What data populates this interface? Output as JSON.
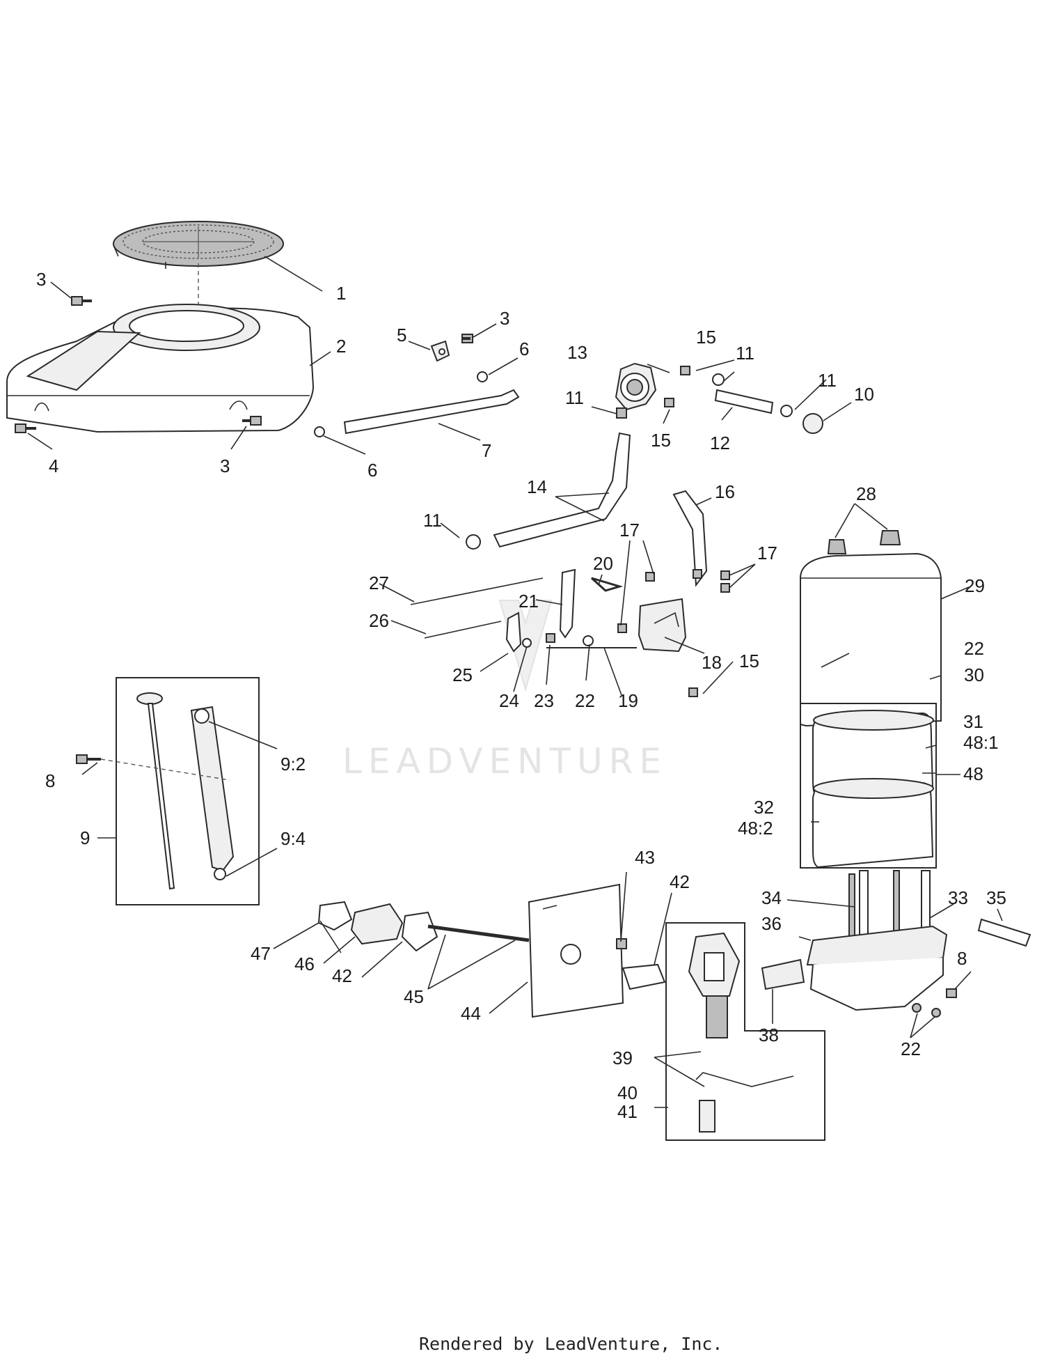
{
  "watermark": "LEADVENTURE",
  "footer": "Rendered by LeadVenture, Inc.",
  "callouts": [
    {
      "id": "c1",
      "label": "1"
    },
    {
      "id": "c2",
      "label": "2"
    },
    {
      "id": "c3a",
      "label": "3"
    },
    {
      "id": "c3b",
      "label": "3"
    },
    {
      "id": "c3c",
      "label": "3"
    },
    {
      "id": "c4",
      "label": "4"
    },
    {
      "id": "c5",
      "label": "5"
    },
    {
      "id": "c6a",
      "label": "6"
    },
    {
      "id": "c6b",
      "label": "6"
    },
    {
      "id": "c7",
      "label": "7"
    },
    {
      "id": "c8a",
      "label": "8"
    },
    {
      "id": "c8b",
      "label": "8"
    },
    {
      "id": "c9",
      "label": "9"
    },
    {
      "id": "c9_2",
      "label": "9:2"
    },
    {
      "id": "c9_4",
      "label": "9:4"
    },
    {
      "id": "c10",
      "label": "10"
    },
    {
      "id": "c11a",
      "label": "11"
    },
    {
      "id": "c11b",
      "label": "11"
    },
    {
      "id": "c11c",
      "label": "11"
    },
    {
      "id": "c11d",
      "label": "11"
    },
    {
      "id": "c12",
      "label": "12"
    },
    {
      "id": "c13",
      "label": "13"
    },
    {
      "id": "c14",
      "label": "14"
    },
    {
      "id": "c15a",
      "label": "15"
    },
    {
      "id": "c15b",
      "label": "15"
    },
    {
      "id": "c15c",
      "label": "15"
    },
    {
      "id": "c16",
      "label": "16"
    },
    {
      "id": "c17a",
      "label": "17"
    },
    {
      "id": "c17b",
      "label": "17"
    },
    {
      "id": "c18",
      "label": "18"
    },
    {
      "id": "c19",
      "label": "19"
    },
    {
      "id": "c20",
      "label": "20"
    },
    {
      "id": "c21",
      "label": "21"
    },
    {
      "id": "c22a",
      "label": "22"
    },
    {
      "id": "c22b",
      "label": "22"
    },
    {
      "id": "c22c",
      "label": "22"
    },
    {
      "id": "c23",
      "label": "23"
    },
    {
      "id": "c24",
      "label": "24"
    },
    {
      "id": "c25",
      "label": "25"
    },
    {
      "id": "c26",
      "label": "26"
    },
    {
      "id": "c27",
      "label": "27"
    },
    {
      "id": "c28",
      "label": "28"
    },
    {
      "id": "c29",
      "label": "29"
    },
    {
      "id": "c30",
      "label": "30"
    },
    {
      "id": "c31",
      "label": "31"
    },
    {
      "id": "c48_1",
      "label": "48:1"
    },
    {
      "id": "c48",
      "label": "48"
    },
    {
      "id": "c32",
      "label": "32"
    },
    {
      "id": "c48_2",
      "label": "48:2"
    },
    {
      "id": "c33",
      "label": "33"
    },
    {
      "id": "c34",
      "label": "34"
    },
    {
      "id": "c35",
      "label": "35"
    },
    {
      "id": "c36",
      "label": "36"
    },
    {
      "id": "c38",
      "label": "38"
    },
    {
      "id": "c39",
      "label": "39"
    },
    {
      "id": "c40",
      "label": "40"
    },
    {
      "id": "c41",
      "label": "41"
    },
    {
      "id": "c42a",
      "label": "42"
    },
    {
      "id": "c42b",
      "label": "42"
    },
    {
      "id": "c43",
      "label": "43"
    },
    {
      "id": "c44",
      "label": "44"
    },
    {
      "id": "c45",
      "label": "45"
    },
    {
      "id": "c46",
      "label": "46"
    },
    {
      "id": "c47",
      "label": "47"
    }
  ]
}
